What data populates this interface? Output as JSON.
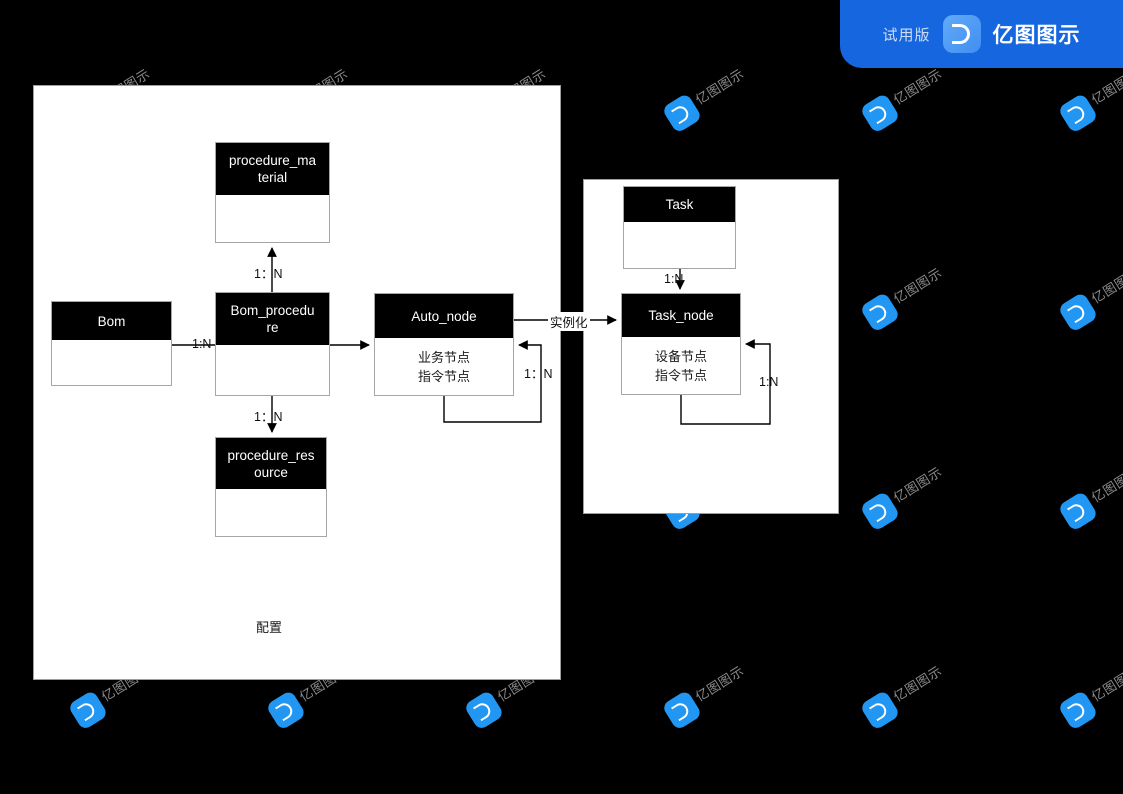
{
  "trial_badge": {
    "trial_label": "试用版",
    "brand_name": "亿图图示",
    "logo_icon": "edraw-logo-icon",
    "accent_color": "#1666e0"
  },
  "watermark": {
    "text": "亿图图示",
    "logo_icon": "edraw-watermark-logo-icon"
  },
  "canvas": {
    "background_color": "#000000",
    "panel_background": "#ffffff",
    "panels": [
      {
        "name": "left-panel",
        "caption": "配置"
      },
      {
        "name": "right-panel",
        "caption": ""
      }
    ]
  },
  "diagram": {
    "type": "entity-relationship",
    "entities": [
      {
        "id": "procedure_material",
        "title": "procedure_ma\nterial",
        "body": []
      },
      {
        "id": "bom",
        "title": "Bom",
        "body": []
      },
      {
        "id": "bom_procedure",
        "title": "Bom_procedu\nre",
        "body": []
      },
      {
        "id": "auto_node",
        "title": "Auto_node",
        "body": [
          "业务节点",
          "指令节点"
        ]
      },
      {
        "id": "procedure_resource",
        "title": "procedure_res\nource",
        "body": []
      },
      {
        "id": "task",
        "title": "Task",
        "body": []
      },
      {
        "id": "task_node",
        "title": "Task_node",
        "body": [
          "设备节点",
          "指令节点"
        ]
      }
    ],
    "entity_titles": {
      "procedure_material": "procedure_material",
      "procedure_material_l1": "procedure_ma",
      "procedure_material_l2": "terial",
      "bom": "Bom",
      "bom_procedure_l1": "Bom_procedu",
      "bom_procedure_l2": "re",
      "auto_node": "Auto_node",
      "procedure_resource_l1": "procedure_res",
      "procedure_resource_l2": "ource",
      "task": "Task",
      "task_node": "Task_node"
    },
    "entity_bodies": {
      "auto_node_l1": "业务节点",
      "auto_node_l2": "指令节点",
      "task_node_l1": "设备节点",
      "task_node_l2": "指令节点"
    },
    "relations": [
      {
        "from": "bom_procedure",
        "to": "procedure_material",
        "label": "1：N"
      },
      {
        "from": "bom",
        "to": "bom_procedure",
        "label": "1:N"
      },
      {
        "from": "bom_procedure",
        "to": "procedure_resource",
        "label": "1：N"
      },
      {
        "from": "bom_procedure",
        "to": "auto_node",
        "label": ""
      },
      {
        "from": "auto_node",
        "to": "auto_node",
        "label": "1：N"
      },
      {
        "from": "auto_node",
        "to": "task_node",
        "label": "实例化"
      },
      {
        "from": "task",
        "to": "task_node",
        "label": "1:N"
      },
      {
        "from": "task_node",
        "to": "task_node",
        "label": "1:N"
      }
    ],
    "labels": {
      "material_rel": "1：N",
      "bom_rel": "1:N",
      "resource_rel": "1：N",
      "auto_self_rel": "1：N",
      "instantiate": "实例化",
      "task_rel": "1:N",
      "task_self_rel": "1:N",
      "config_caption": "配置"
    }
  }
}
